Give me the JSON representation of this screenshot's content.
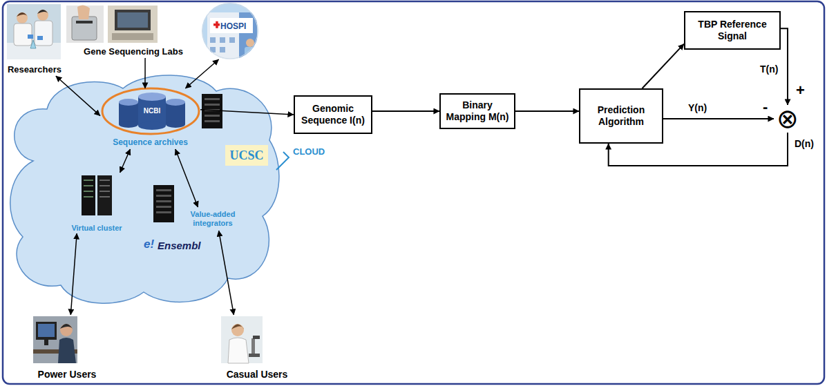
{
  "diagram": {
    "nodes": [
      {
        "text": [
          "Researchers"
        ]
      },
      {
        "text": [
          "Gene Sequencing Labs"
        ]
      },
      {
        "text": [
          "HOSPI"
        ]
      },
      {
        "text": [
          "CLOUD"
        ]
      },
      {
        "text": [
          "NCBI",
          "Sequence archives"
        ],
        "in": 3
      },
      {
        "text": [
          "UCSC"
        ],
        "in": 3
      },
      {
        "text": [
          "Virtual cluster"
        ],
        "in": 3
      },
      {
        "text": [
          "Value-added integrators"
        ],
        "in": 3
      },
      {
        "text": [
          "Power Users"
        ]
      },
      {
        "text": [
          "Casual Users"
        ]
      },
      {
        "text": [
          "Genomic Sequence I(n)"
        ]
      },
      {
        "text": [
          "Binary Mapping M(n)"
        ]
      },
      {
        "text": [
          "Prediction Algorithm"
        ]
      },
      {
        "text": [
          "TBP Reference Signal"
        ]
      },
      {
        "text": [
          "⊗"
        ]
      }
    ],
    "edges": [
      {
        "from": 0,
        "to": 4,
        "arrow": "both"
      },
      {
        "from": 1,
        "to": 4,
        "arrow": "to"
      },
      {
        "from": 2,
        "to": 4,
        "arrow": "both"
      },
      {
        "from": 4,
        "to": 10,
        "arrow": "to"
      },
      {
        "from": 8,
        "to": 6,
        "arrow": "both"
      },
      {
        "from": 6,
        "to": 4,
        "arrow": "both"
      },
      {
        "from": 7,
        "to": 4,
        "arrow": "both"
      },
      {
        "from": 9,
        "to": 7,
        "arrow": "both"
      },
      {
        "from": 10,
        "to": 11,
        "arrow": "to"
      },
      {
        "from": 11,
        "to": 12,
        "arrow": "to"
      },
      {
        "from": 12,
        "to": 13,
        "arrow": "to"
      },
      {
        "from": 12,
        "to": 14,
        "label": "Y(n)",
        "arrow": "to"
      },
      {
        "from": 13,
        "to": 14,
        "label": "T(n)",
        "arrow": "to"
      },
      {
        "from": 14,
        "to": 12,
        "label": "D(n)",
        "arrow": "to"
      }
    ],
    "labels": [
      "+",
      "-",
      "e!",
      "Ensembl"
    ]
  }
}
